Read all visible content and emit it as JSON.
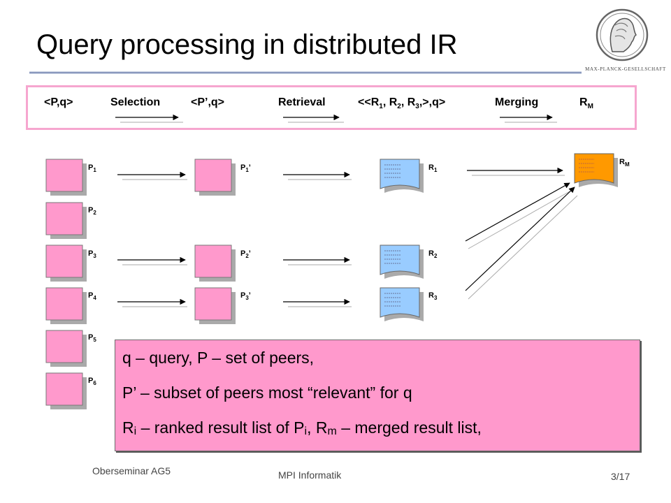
{
  "slide": {
    "title": "Query processing in distributed IR",
    "footer_left": "Oberseminar AG5",
    "footer_center": "MPI Informatik",
    "page": "3/17",
    "logo_text": "MAX-PLANCK-GESELLSCHAFT"
  },
  "flow": {
    "start": "<P,q>",
    "step1": "Selection",
    "mid1": "<P’,q>",
    "step2": "Retrieval",
    "mid2_a": "<<R",
    "mid2_s1": "1",
    "mid2_b": ", R",
    "mid2_s2": "2",
    "mid2_c": ", R",
    "mid2_s3": "3",
    "mid2_d": ",>,q>",
    "step3": "Merging",
    "end_main": "R",
    "end_sub": "M"
  },
  "peers": [
    {
      "main": "P",
      "sub": "1"
    },
    {
      "main": "P",
      "sub": "2"
    },
    {
      "main": "P",
      "sub": "3"
    },
    {
      "main": "P",
      "sub": "4"
    },
    {
      "main": "P",
      "sub": "5"
    },
    {
      "main": "P",
      "sub": "6"
    }
  ],
  "selected": [
    {
      "main": "P",
      "sub": "1",
      "suffix": "’"
    },
    {
      "main": "P",
      "sub": "2",
      "suffix": "’"
    },
    {
      "main": "P",
      "sub": "3",
      "suffix": "’"
    }
  ],
  "results": [
    {
      "main": "R",
      "sub": "1"
    },
    {
      "main": "R",
      "sub": "2"
    },
    {
      "main": "R",
      "sub": "3"
    }
  ],
  "merged": {
    "main": "R",
    "sub": "M"
  },
  "legend": {
    "line1": "q – query, P – set of peers,",
    "line2": "P’ – subset of peers most “relevant” for q",
    "line3_a": "R",
    "line3_b": "i",
    "line3_c": " – ranked result list of P",
    "line3_d": "i",
    "line3_e": ", R",
    "line3_f": "m",
    "line3_g": " – merged result list,"
  },
  "colors": {
    "peer_fill": "#ff99cc",
    "result_fill": "#99ccff",
    "merged_fill": "#ff9900",
    "flow_border": "#f6a6cf",
    "legend_fill": "#ff99cc"
  }
}
